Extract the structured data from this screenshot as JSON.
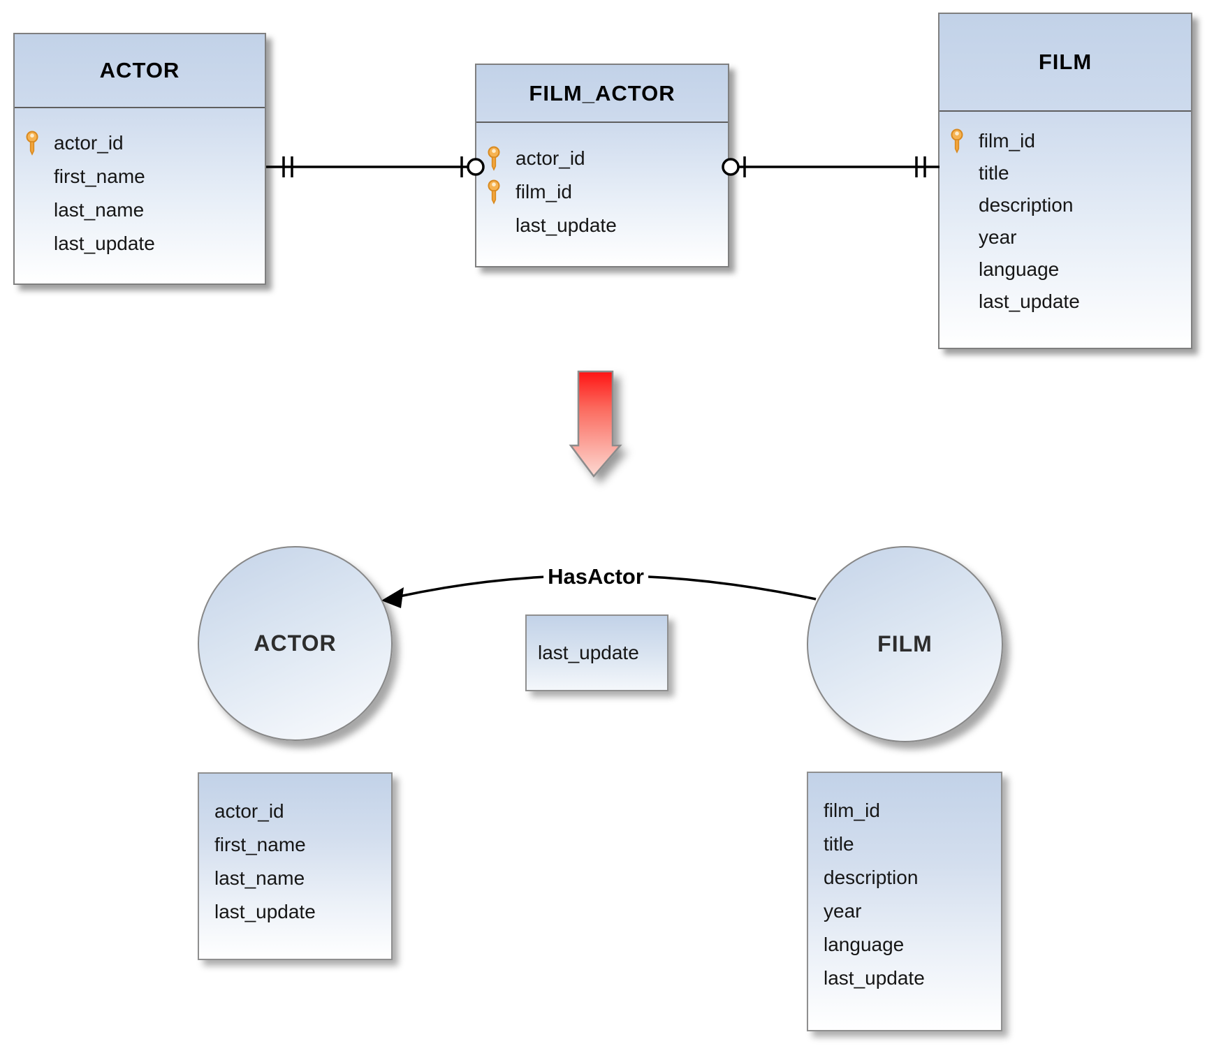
{
  "er_tables": [
    {
      "title": "ACTOR",
      "fields": [
        "actor_id",
        "first_name",
        "last_name",
        "last_update"
      ],
      "primary_keys": [
        "actor_id"
      ]
    },
    {
      "title": "FILM_ACTOR",
      "fields": [
        "actor_id",
        "film_id",
        "last_update"
      ],
      "primary_keys": [
        "actor_id",
        "film_id"
      ]
    },
    {
      "title": "FILM",
      "fields": [
        "film_id",
        "title",
        "description",
        "year",
        "language",
        "last_update"
      ],
      "primary_keys": [
        "film_id"
      ]
    }
  ],
  "relationships": [
    {
      "from": "ACTOR",
      "to": "FILM_ACTOR",
      "from_notation": "one (||)",
      "to_notation": "zero-or-one (o|)"
    },
    {
      "from": "FILM_ACTOR",
      "to": "FILM",
      "from_notation": "zero-or-one (|o)",
      "to_notation": "one (||)"
    }
  ],
  "graph": {
    "nodes": [
      {
        "label": "ACTOR"
      },
      {
        "label": "FILM"
      }
    ],
    "edge": {
      "label": "HasActor",
      "property": "last_update",
      "direction": "FILM-to-ACTOR"
    },
    "actor_properties": [
      "actor_id",
      "first_name",
      "last_name",
      "last_update"
    ],
    "film_properties": [
      "film_id",
      "title",
      "description",
      "year",
      "language",
      "last_update"
    ]
  },
  "colors": {
    "box_fill_top": "#c2d2e8",
    "box_fill_bottom": "#ffffff",
    "box_border": "#7f7f7f",
    "line": "#000000",
    "key_icon": "#f2a53c",
    "arrow_red_top": "#ff1414",
    "arrow_red_bottom": "#fcd9d2"
  }
}
